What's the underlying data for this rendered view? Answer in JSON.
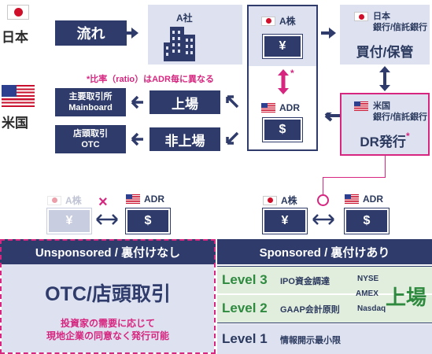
{
  "countries": {
    "japan": "日本",
    "usa": "米国"
  },
  "flow_label": "流れ",
  "company": "A社",
  "a_stock_box": {
    "label": "A株",
    "symbol": "¥"
  },
  "adr_box": {
    "label": "ADR",
    "symbol": "$"
  },
  "jp_bank": {
    "title": "日本\n銀行/信託銀行",
    "action": "買付/保管"
  },
  "us_bank": {
    "title": "米国\n銀行/信託銀行",
    "action": "DR発行",
    "mark": "*"
  },
  "ratio_note": "*比率（ratio）はADR毎に異なる",
  "ratio_mark": "*",
  "listed": "上場",
  "unlisted": "非上場",
  "exchange": "主要取引所\nMainboard",
  "otc_short": "店頭取引\nOTC",
  "unsponsored_pair": {
    "a_label": "A株",
    "a_symbol": "¥",
    "adr_label": "ADR",
    "adr_symbol": "$",
    "link_symbol": "×"
  },
  "sponsored_pair": {
    "a_label": "A株",
    "a_symbol": "¥",
    "adr_label": "ADR",
    "adr_symbol": "$"
  },
  "unsponsored": {
    "header": "Unsponsored / 裏付けなし",
    "title": "OTC/店頭取引",
    "desc": "投資家の需要に応じて\n現地企業の同意なく発行可能"
  },
  "sponsored": {
    "header": "Sponsored / 裏付けあり",
    "levels": [
      {
        "level": "Level 3",
        "desc": "IPO資金調達"
      },
      {
        "level": "Level 2",
        "desc": "GAAP会計原則"
      },
      {
        "level": "Level 1",
        "desc": "情報開示最小限"
      }
    ],
    "exchanges": [
      "NYSE",
      "AMEX",
      "Nasdaq"
    ],
    "listed_label": "上場"
  },
  "colors": {
    "navy": "#2f3c6b",
    "light": "#dde1f0",
    "pink": "#d6267f",
    "green": "#2d8a3e",
    "level_bg": "#e2eedd"
  }
}
